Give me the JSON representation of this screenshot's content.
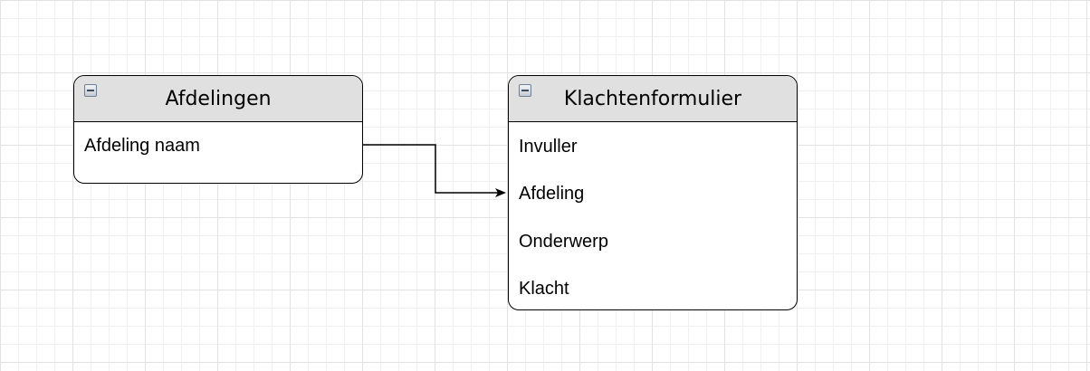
{
  "entities": [
    {
      "id": "afdelingen",
      "title": "Afdelingen",
      "attributes": [
        "Afdeling naam"
      ]
    },
    {
      "id": "klachtenformulier",
      "title": "Klachtenformulier",
      "attributes": [
        "Invuller",
        "Afdeling",
        "Onderwerp",
        "Klacht"
      ]
    }
  ],
  "relations": [
    {
      "from": "afdelingen.Afdeling naam",
      "to": "klachtenformulier.Afdeling"
    }
  ]
}
